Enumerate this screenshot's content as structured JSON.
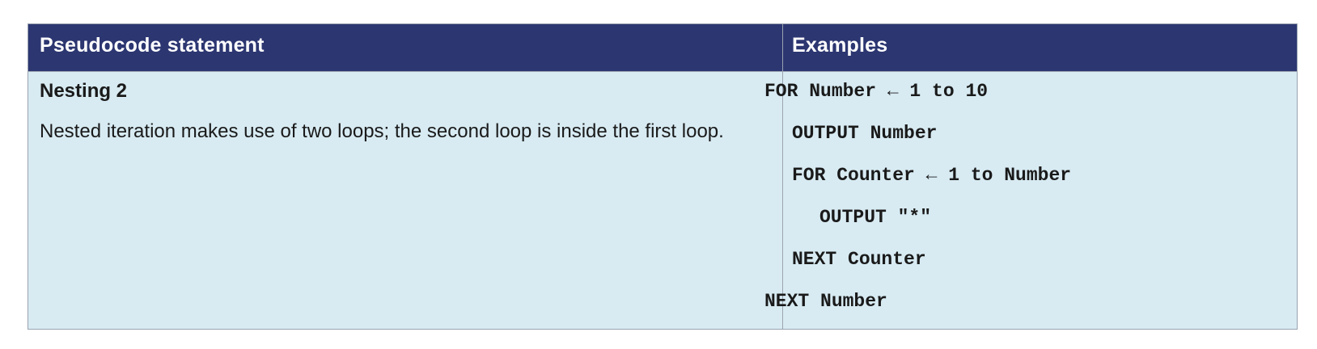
{
  "table": {
    "headers": {
      "statement": "Pseudocode statement",
      "examples": "Examples"
    },
    "row": {
      "title": "Nesting 2",
      "description": "Nested iteration makes use of two loops; the second loop is inside the first loop.",
      "code_lines": [
        "FOR Number ← 1 to 10",
        "OUTPUT Number",
        "FOR Counter ← 1 to Number",
        "OUTPUT \"*\"",
        "NEXT Counter",
        "NEXT Number"
      ]
    }
  },
  "colors": {
    "header_background": "#2c3671",
    "body_background": "#d8ebf3",
    "border": "#9aa3b0"
  }
}
